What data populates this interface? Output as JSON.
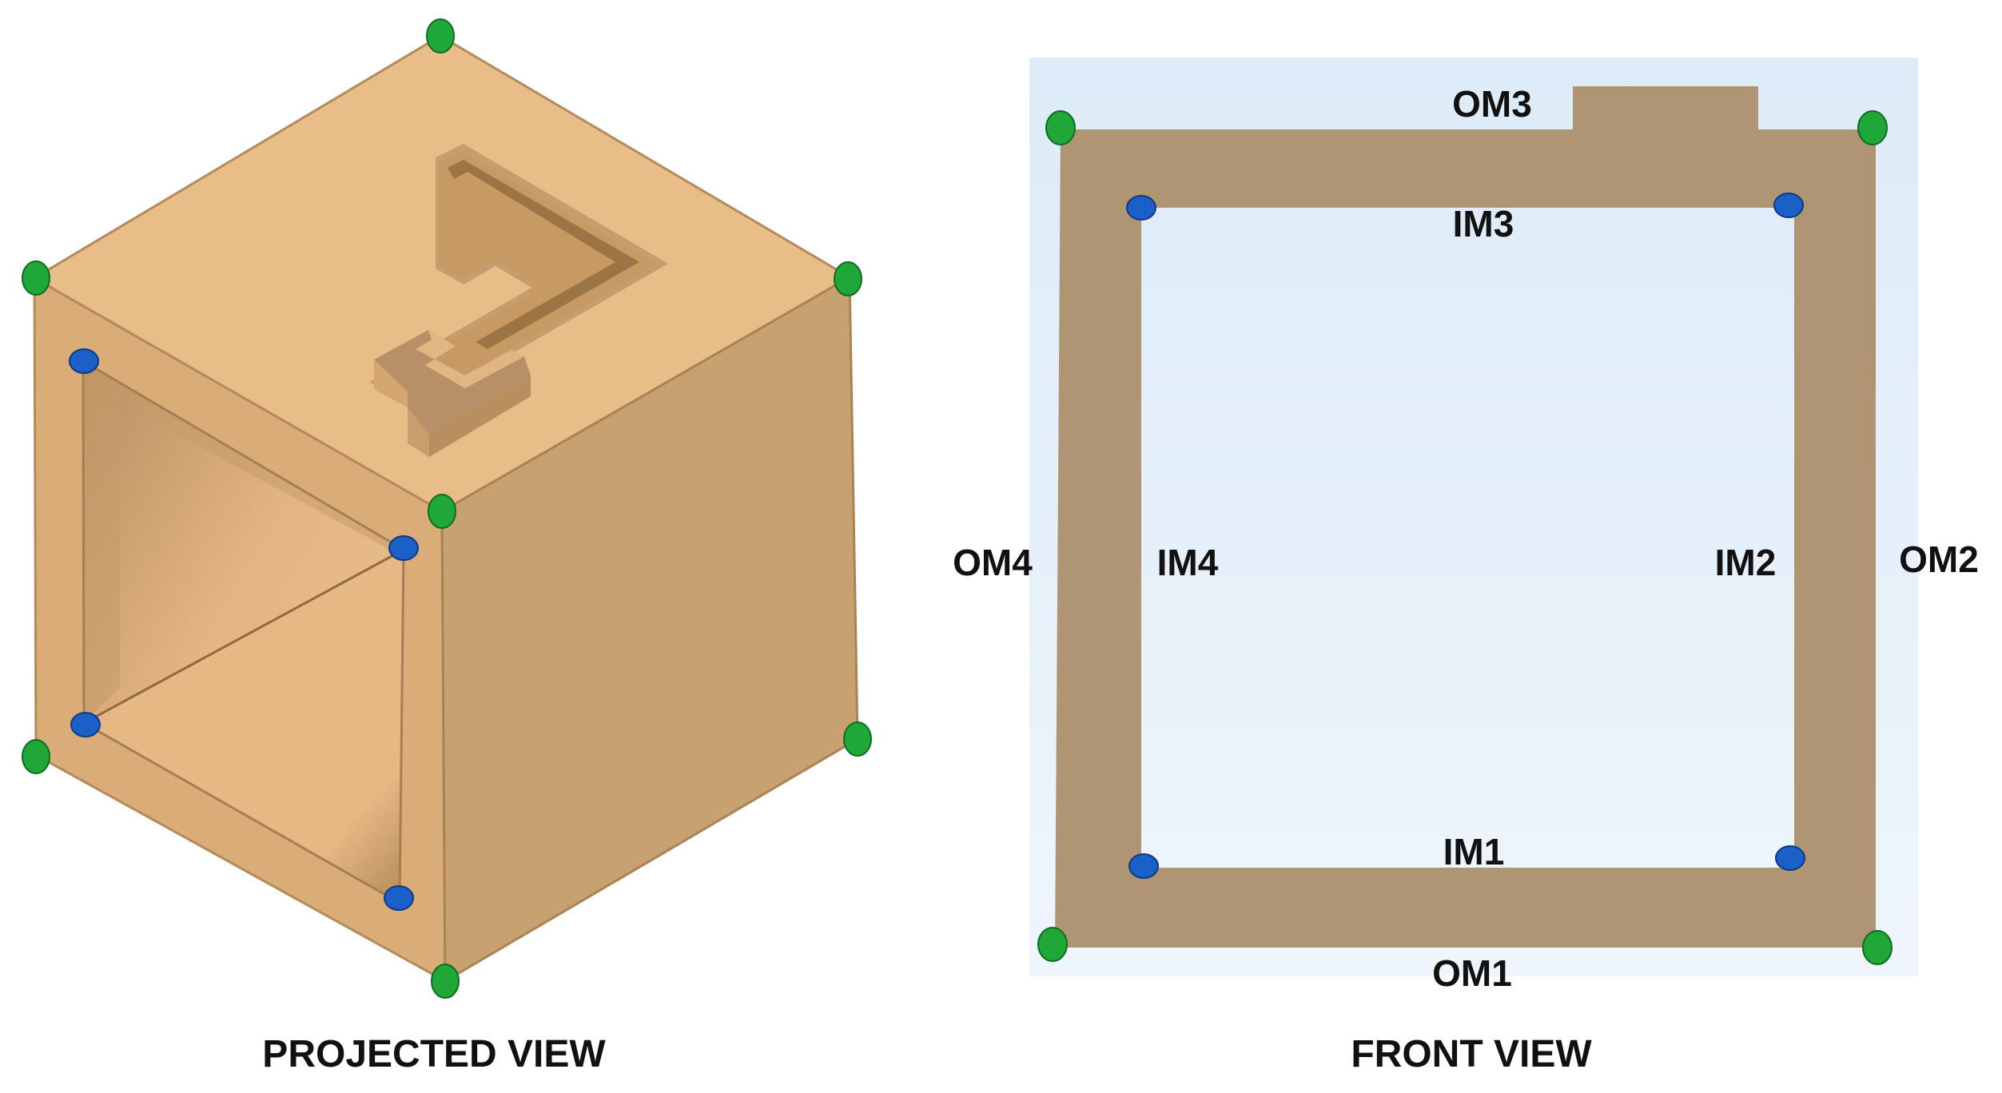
{
  "captions": {
    "projected": "PROJECTED VIEW",
    "front": "FRONT VIEW"
  },
  "front_labels": {
    "om1": "OM1",
    "om2": "OM2",
    "om3": "OM3",
    "om4": "OM4",
    "im1": "IM1",
    "im2": "IM2",
    "im3": "IM3",
    "im4": "IM4"
  },
  "colors": {
    "cube_top": "#E9BD88",
    "cube_front": "#D9AC78",
    "cube_right": "#C7A16F",
    "cube_inner": "#E7B985",
    "frame": "#B09575",
    "panel_bg": "#E3EEFA",
    "outer_marker": "#1FA838",
    "inner_marker": "#1B5FC8"
  }
}
